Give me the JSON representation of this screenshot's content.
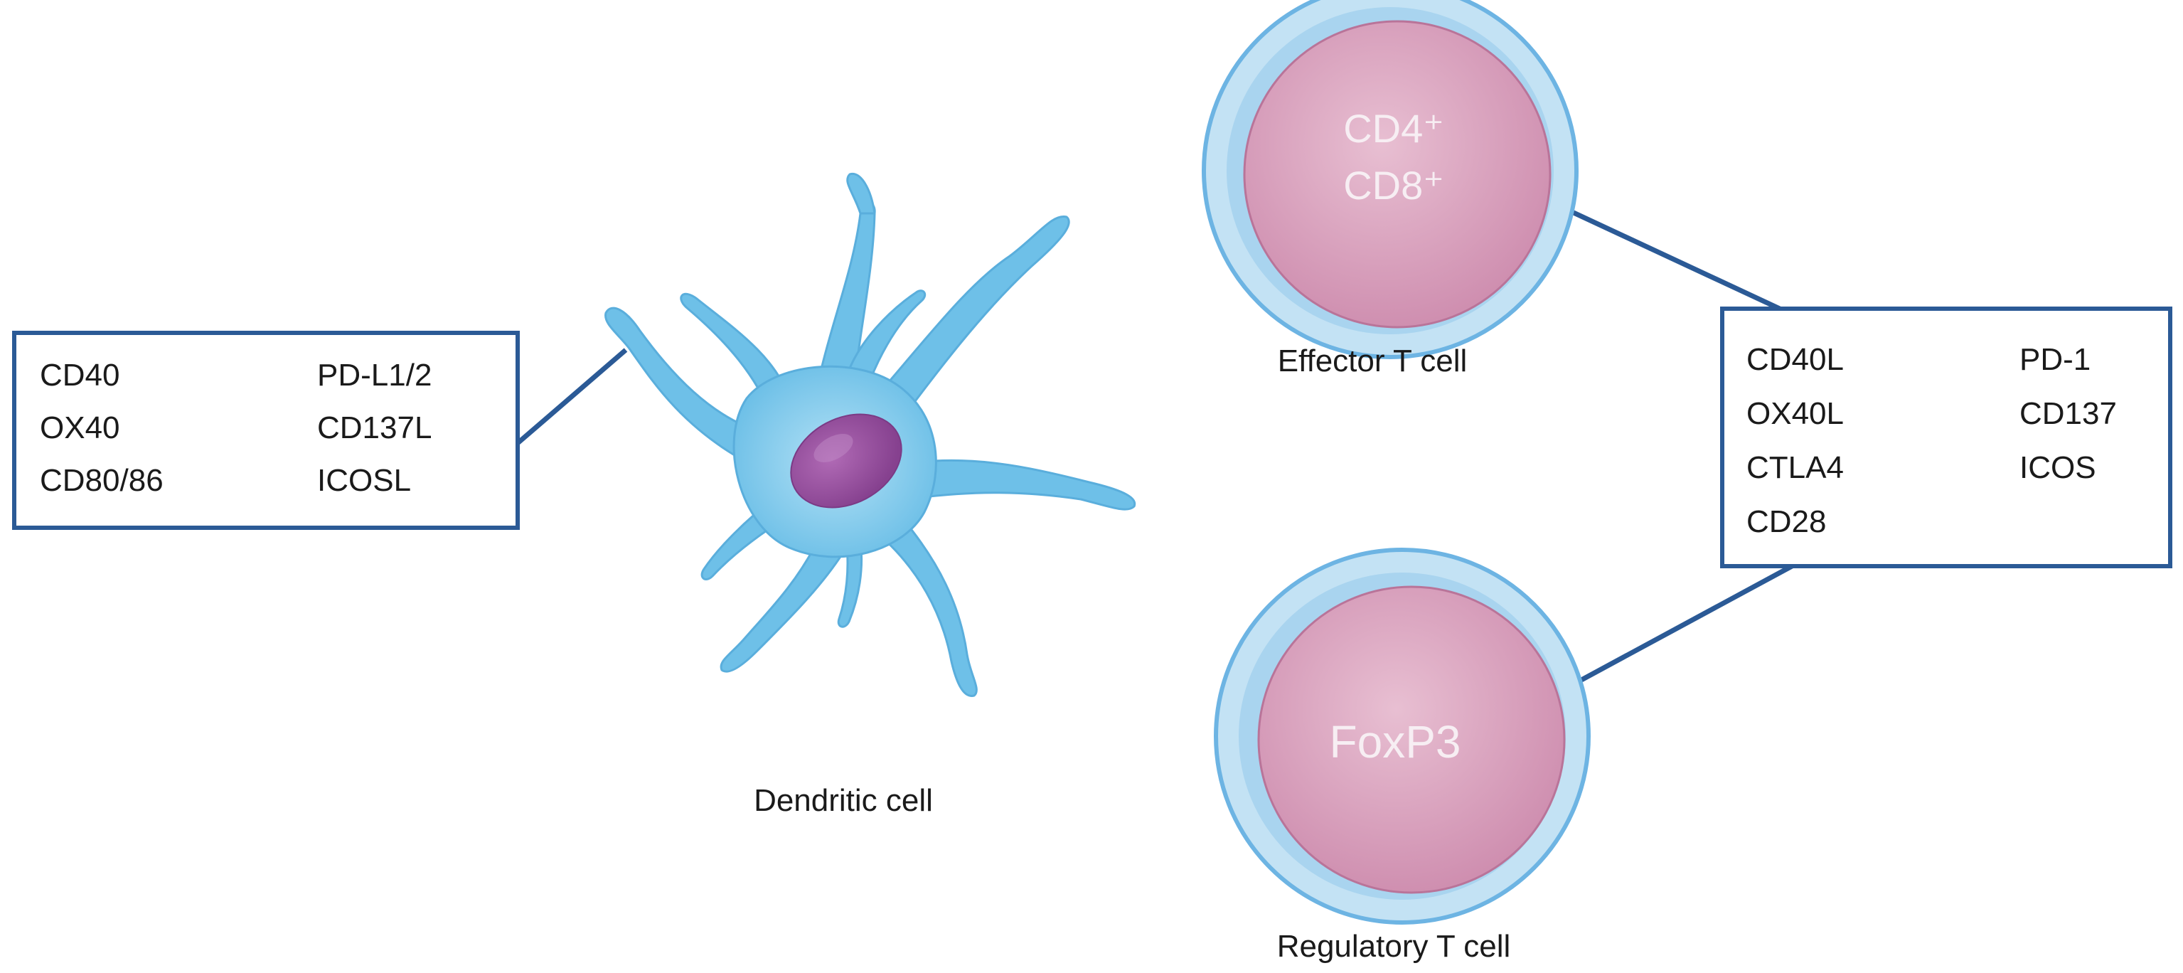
{
  "colors": {
    "box_border": "#2b5a96",
    "connector": "#2b5a96",
    "cell_membrane": "#a9d4ef",
    "cell_membrane_edge": "#7fbde6",
    "cell_body": "#d49ab5",
    "cell_body_light": "#e4b6cb",
    "dendritic_body": "#6ec0e8",
    "dendritic_light": "#a7dbf3",
    "nucleus": "#9a4d9f",
    "text": "#1a1a1a",
    "cell_text": "#f7eef3"
  },
  "dendritic_cell": {
    "label": "Dendritic cell"
  },
  "dendritic_markers": {
    "col1": [
      "CD40",
      "OX40",
      "CD80/86"
    ],
    "col2": [
      "PD-L1/2",
      "CD137L",
      "ICOSL"
    ]
  },
  "effector_t_cell": {
    "label": "Effector T cell",
    "inner_line1": "CD4⁺",
    "inner_line2": "CD8⁺"
  },
  "regulatory_t_cell": {
    "label": "Regulatory T cell",
    "inner": "FoxP3"
  },
  "t_cell_markers": {
    "col1": [
      "CD40L",
      "OX40L",
      "CTLA4",
      "CD28"
    ],
    "col2": [
      "PD-1",
      "CD137",
      "ICOS"
    ]
  }
}
